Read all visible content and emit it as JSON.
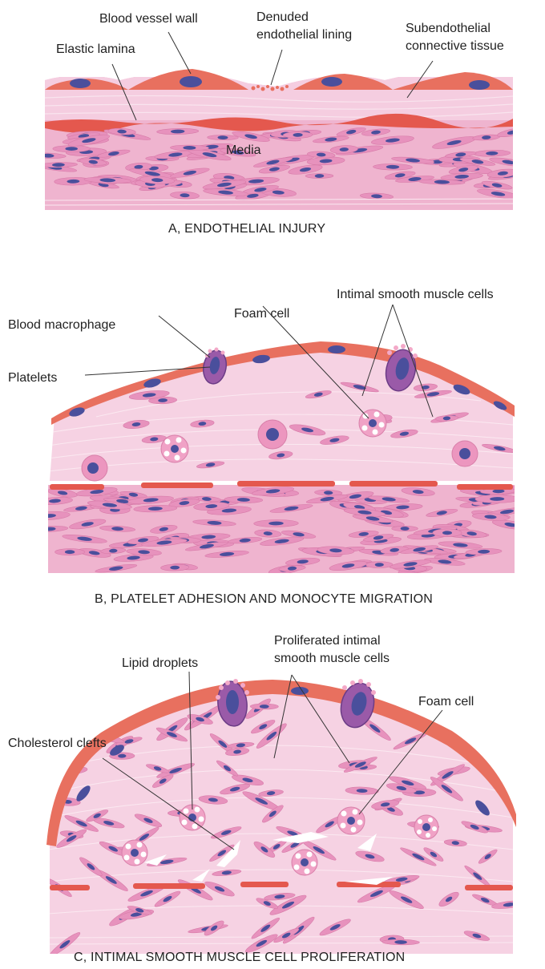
{
  "panel_a": {
    "caption": "A, ENDOTHELIAL INJURY",
    "labels": {
      "blood_vessel_wall": "Blood vessel wall",
      "denuded_1": "Denuded",
      "denuded_2": "endothelial lining",
      "subendothelial_1": "Subendothelial",
      "subendothelial_2": "connective tissue",
      "elastic_lamina": "Elastic lamina",
      "media": "Media"
    }
  },
  "panel_b": {
    "caption": "B, PLATELET ADHESION AND MONOCYTE MIGRATION",
    "labels": {
      "intimal_smc": "Intimal smooth muscle cells",
      "foam_cell": "Foam cell",
      "blood_macrophage": "Blood macrophage",
      "platelets": "Platelets"
    }
  },
  "panel_c": {
    "caption": "C, INTIMAL SMOOTH MUSCLE CELL PROLIFERATION",
    "labels": {
      "proliferated_1": "Proliferated intimal",
      "proliferated_2": "smooth muscle cells",
      "lipid_droplets": "Lipid droplets",
      "foam_cell": "Foam cell",
      "cholesterol_clefts": "Cholesterol clefts"
    }
  },
  "colors": {
    "endothelium": "#e8705f",
    "intima": "#f6d2e3",
    "media": "#efb4cf",
    "smooth_muscle_cell": "#e792bd",
    "nucleus": "#4a4f9c",
    "elastic_lamina": "#e4584e",
    "macrophage": "#9a5aa8",
    "foam_cell_body": "#f0a2c6",
    "lipid_droplet": "#ffffff",
    "cholesterol_cleft": "#ffffff"
  }
}
